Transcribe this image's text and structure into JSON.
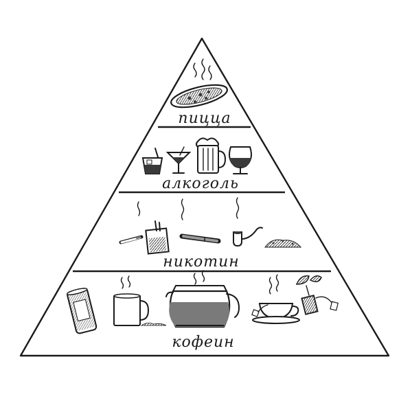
{
  "pyramid": {
    "tiers": [
      {
        "id": "pizza",
        "label": "пицца",
        "icons": [
          "pizza-icon"
        ]
      },
      {
        "id": "alcohol",
        "label": "алкоголь",
        "icons": [
          "tumbler-glass-icon",
          "martini-glass-icon",
          "beer-mug-icon",
          "brandy-snifter-icon"
        ]
      },
      {
        "id": "nicotine",
        "label": "никотин",
        "icons": [
          "cigarette-icon",
          "cigarette-pack-icon",
          "cigar-icon",
          "tobacco-pipe-icon",
          "loose-tobacco-icon"
        ]
      },
      {
        "id": "caffeine",
        "label": "кофеин",
        "icons": [
          "soda-can-icon",
          "coffee-mug-icon",
          "coffee-pot-icon",
          "tea-cup-icon",
          "tea-bag-icon"
        ]
      }
    ]
  }
}
